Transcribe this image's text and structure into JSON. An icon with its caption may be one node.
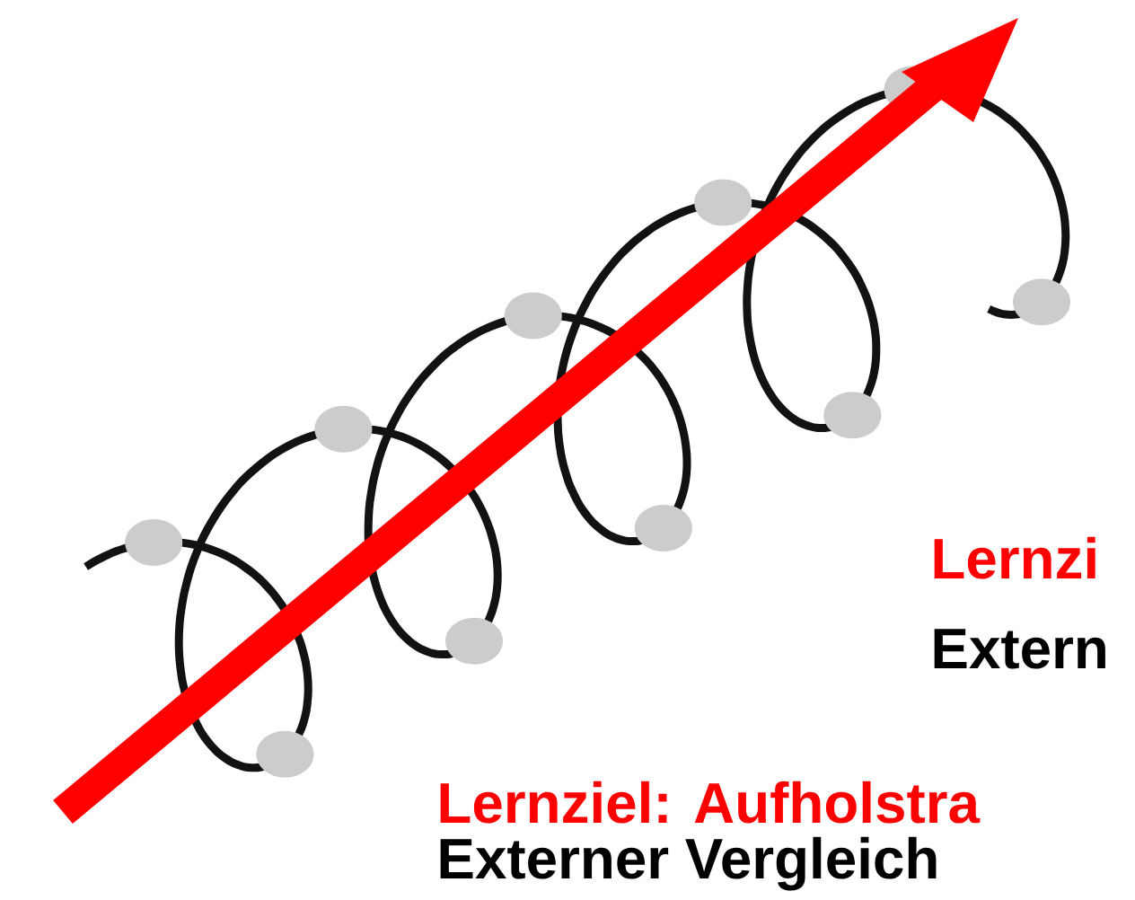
{
  "diagram": {
    "labels": [
      "Lernzi",
      "Extern",
      "Lernziel: Aufholstra",
      "Externer Vergleich"
    ]
  }
}
